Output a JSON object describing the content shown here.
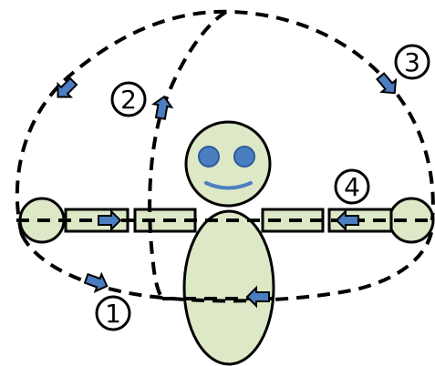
{
  "colors": {
    "body_fill": "#dce8c6",
    "outline": "#000000",
    "eye": "#4a7ec0",
    "mouth": "#4a7ec0",
    "arrow": "#4a7ec0",
    "background": "#ffffff"
  },
  "figure": {
    "parts": [
      "head",
      "eyes",
      "mouth",
      "torso",
      "left-arm",
      "right-arm",
      "left-hand",
      "right-hand"
    ]
  },
  "paths": [
    {
      "label": "①",
      "arrow_icon": "arrow-right-icon"
    },
    {
      "label": "②",
      "arrow_icon": "arrow-up-icon"
    },
    {
      "label": "③",
      "arrow_icon": "arrow-down-right-icon"
    },
    {
      "label": "④",
      "arrow_icon": "arrow-left-icon"
    }
  ]
}
